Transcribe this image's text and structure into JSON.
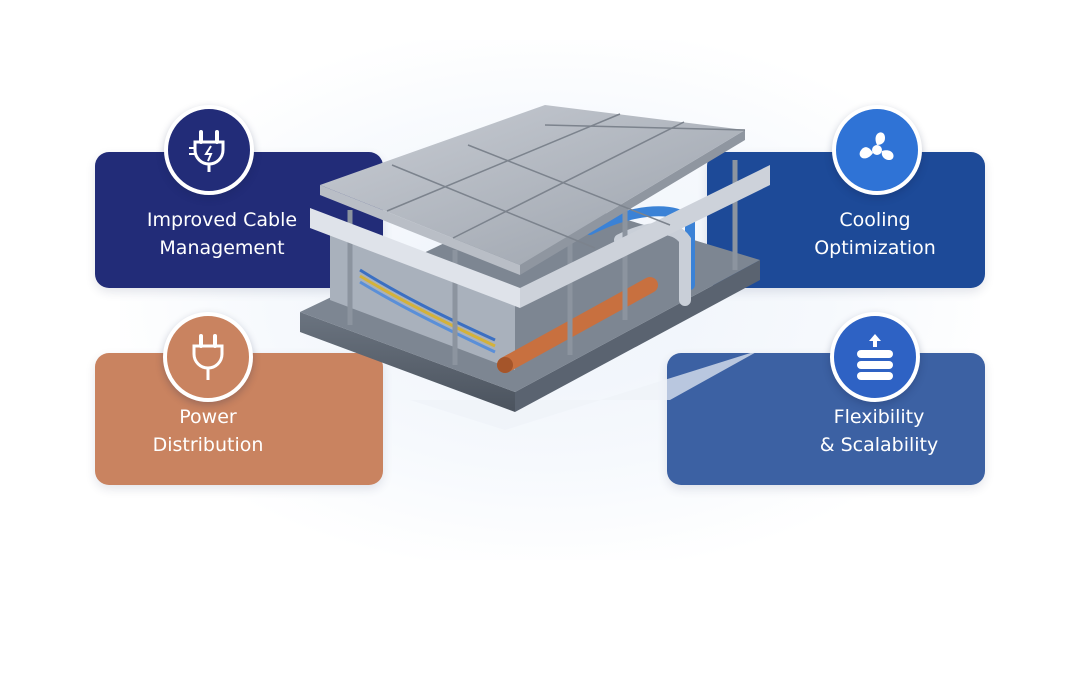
{
  "features": {
    "cable": {
      "label": "Improved Cable\nManagement",
      "icon": "plug-cable-icon",
      "color": "#222c78"
    },
    "cooling": {
      "label": "Cooling\nOptimization",
      "icon": "fan-icon",
      "color": "#1d4a98"
    },
    "power": {
      "label": "Power\nDistribution",
      "icon": "power-plug-icon",
      "color": "#c98360"
    },
    "flex": {
      "label": "Flexibility\n& Scalability",
      "icon": "stacked-layers-arrow-icon",
      "color": "#3c61a3"
    }
  },
  "colors": {
    "cooling_badge": "#2f73d6",
    "flex_badge": "#2e62c4",
    "cable_pipe": "#c8703f",
    "cool_pipe": "#3b82d6"
  }
}
